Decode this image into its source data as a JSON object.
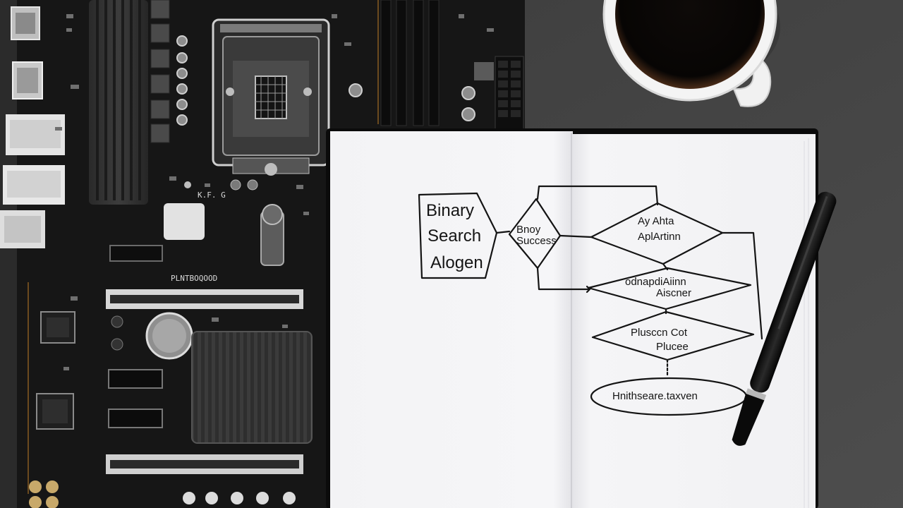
{
  "scene": {
    "background_color": "#454545",
    "board_color": "#161616",
    "paper_color": "#f4f4f6",
    "mug_color": "#f2f2f2",
    "coffee_color": "#0b0806",
    "pen_color": "#101010"
  },
  "motherboard": {
    "silkscreen_1": "K.F. G",
    "silkscreen_2": "PLNTBOQOOD"
  },
  "notebook": {
    "box_title_line1": "Binary",
    "box_title_line2": "Search",
    "box_title_line3": "Alogen",
    "diamond_1": "Bnoy\nSuccess",
    "diamond_2_line1": "Ay Ahta",
    "diamond_2_line2": "AplArtinn",
    "diamond_3_line1": "odnapdiAiinn",
    "diamond_3_line2": "Aiscner",
    "diamond_4_line1": "Plusccn Cot",
    "diamond_4_line2": "Plucee",
    "terminal_oval": "Hnithseare.taxven"
  }
}
